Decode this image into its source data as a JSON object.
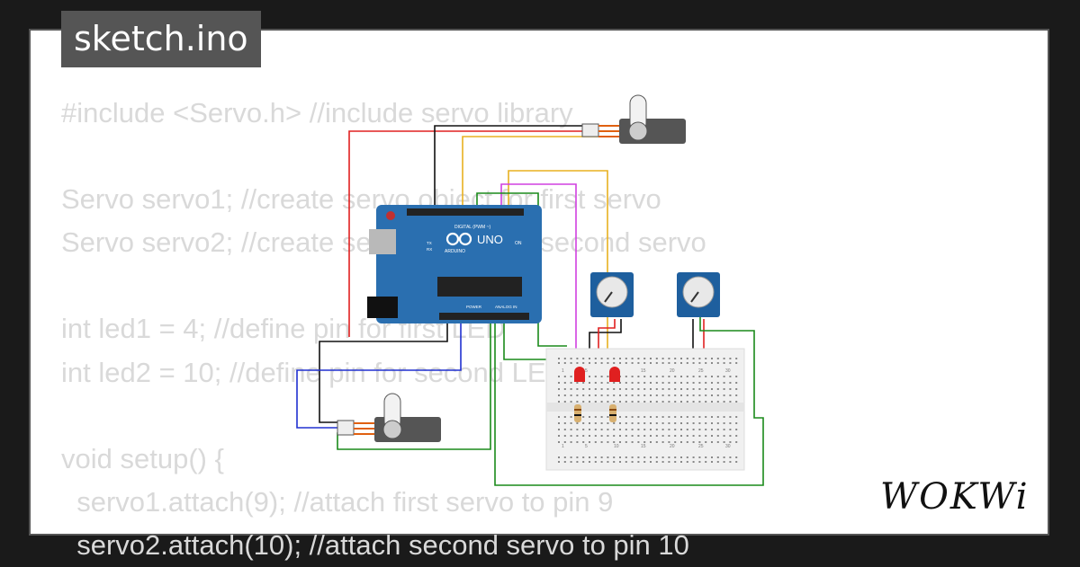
{
  "tab_title": "sketch.ino",
  "code_lines": [
    "#include <Servo.h> //include servo library",
    "",
    "Servo servo1; //create servo object for first servo",
    "Servo servo2; //create servo object for second servo",
    "",
    "int led1 = 4; //define pin for first LED",
    "int led2 = 10; //define pin for second LED",
    "",
    "void setup() {",
    "  servo1.attach(9); //attach first servo to pin 9",
    "  servo2.attach(10); //attach second servo to pin 10"
  ],
  "board": {
    "brand": "ARDUINO",
    "model": "UNO",
    "digital_label": "DIGITAL (PWM ~)",
    "power_label": "POWER",
    "analog_label": "ANALOG IN",
    "on_label": "ON",
    "tx_label": "TX",
    "rx_label": "RX"
  },
  "breadboard_numbers": [
    "1",
    "5",
    "10",
    "15",
    "20",
    "25",
    "30"
  ],
  "logo_text": "WOKWi",
  "colors": {
    "background": "#1a1a1a",
    "card": "#ffffff",
    "tab": "#555555",
    "code_text": "#d9d9d9",
    "board": "#2a6fb0",
    "wire_red": "#e02020",
    "wire_black": "#111111",
    "wire_yellow": "#e8b020",
    "wire_magenta": "#d040e0",
    "wire_green": "#1a8a1a",
    "wire_blue": "#2030d0"
  },
  "icons": [
    "servo-icon",
    "potentiometer-icon",
    "led-icon",
    "resistor-icon",
    "arduino-board-icon",
    "breadboard-icon"
  ]
}
